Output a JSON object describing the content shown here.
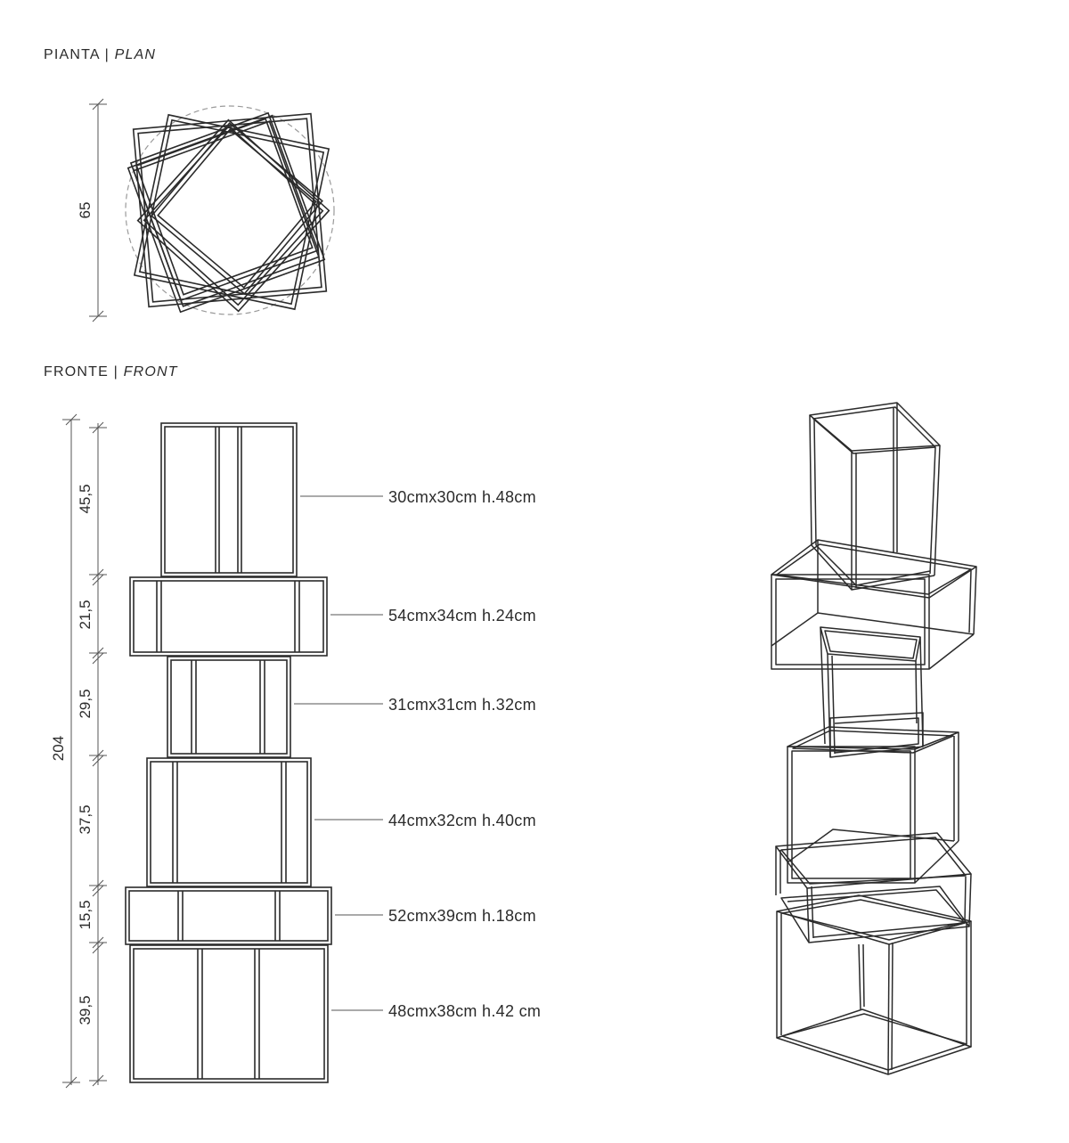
{
  "headings": {
    "plan": {
      "main": "PIANTA",
      "sep": "|",
      "italic": "PLAN"
    },
    "front": {
      "main": "FRONTE",
      "sep": "|",
      "italic": "FRONT"
    }
  },
  "plan": {
    "diameter_label": "65"
  },
  "front": {
    "total_height_label": "204",
    "modules": [
      {
        "height_label": "45,5",
        "callout": "30cmx30cm h.48cm"
      },
      {
        "height_label": "21,5",
        "callout": "54cmx34cm h.24cm"
      },
      {
        "height_label": "29,5",
        "callout": "31cmx31cm h.32cm"
      },
      {
        "height_label": "37,5",
        "callout": "44cmx32cm h.40cm"
      },
      {
        "height_label": "15,5",
        "callout": "52cmx39cm h.18cm"
      },
      {
        "height_label": "39,5",
        "callout": "48cmx38cm h.42 cm"
      }
    ]
  },
  "colors": {
    "line": "#2b2b2b",
    "dim_line": "#555555",
    "guide_circle": "#9a9a9a"
  }
}
